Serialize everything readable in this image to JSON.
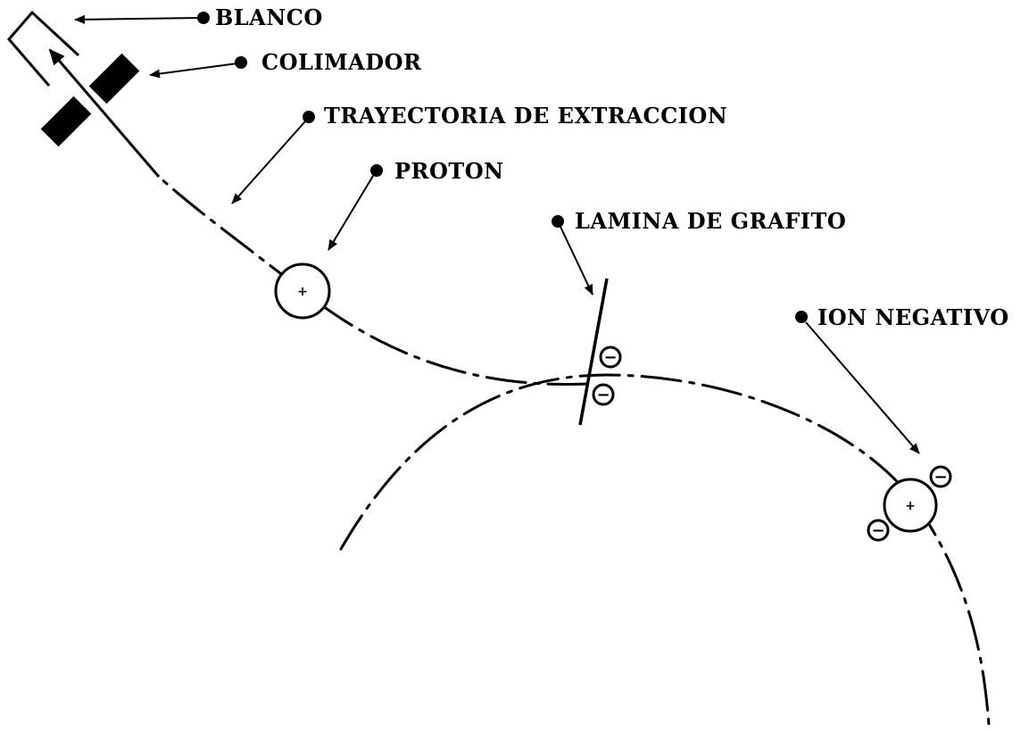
{
  "labels": {
    "blanco": "BLANCO",
    "colimador": "COLIMADOR",
    "trayectoria": "TRAYECTORIA DE EXTRACCION",
    "proton": "PROTON",
    "lamina": "LAMINA DE GRAFITO",
    "ion_negativo": "ION NEGATIVO"
  },
  "symbols": {
    "negative": "−",
    "positive": "+"
  },
  "colors": {
    "ink": "#000000",
    "paper": "#ffffff"
  }
}
